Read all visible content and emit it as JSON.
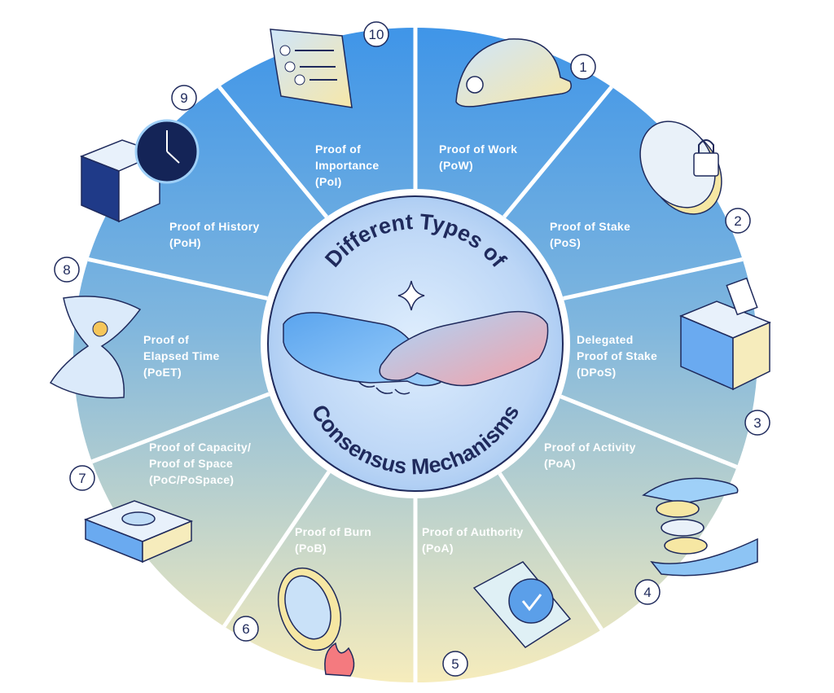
{
  "title": {
    "top": "Different Types of",
    "bottom": "Consensus Mechanisms"
  },
  "colors": {
    "top_blue": "#3f95e8",
    "bottom_cream": "#f6ecbc",
    "divider": "#ffffff",
    "navy": "#1f2a5c",
    "hub_fill": "#bcd6f6"
  },
  "mechanisms": [
    {
      "number": "1",
      "lines": [
        "Proof of Work",
        "(PoW)"
      ],
      "icon": "miner-helmet-icon"
    },
    {
      "number": "2",
      "lines": [
        "Proof of Stake",
        "(PoS)"
      ],
      "icon": "locked-coin-stack-icon"
    },
    {
      "number": "3",
      "lines": [
        "Delegated",
        "Proof of Stake",
        "(DPoS)"
      ],
      "icon": "ballot-box-icon"
    },
    {
      "number": "4",
      "lines": [
        "Proof of Activity",
        "(PoA)"
      ],
      "icon": "hands-coins-icon"
    },
    {
      "number": "5",
      "lines": [
        "Proof of Authority",
        "(PoA)"
      ],
      "icon": "certificate-badge-icon"
    },
    {
      "number": "6",
      "lines": [
        "Proof of Burn",
        "(PoB)"
      ],
      "icon": "burning-coin-icon"
    },
    {
      "number": "7",
      "lines": [
        "Proof of Capacity/",
        "Proof of Space",
        "(PoC/PoSpace)"
      ],
      "icon": "storage-drive-icon"
    },
    {
      "number": "8",
      "lines": [
        "Proof of",
        "Elapsed Time",
        "(PoET)"
      ],
      "icon": "hourglass-icon"
    },
    {
      "number": "9",
      "lines": [
        "Proof of History",
        "(PoH)"
      ],
      "icon": "clock-cube-icon"
    },
    {
      "number": "10",
      "lines": [
        "Proof of",
        "Importance",
        "(PoI)"
      ],
      "icon": "checklist-icon"
    }
  ]
}
